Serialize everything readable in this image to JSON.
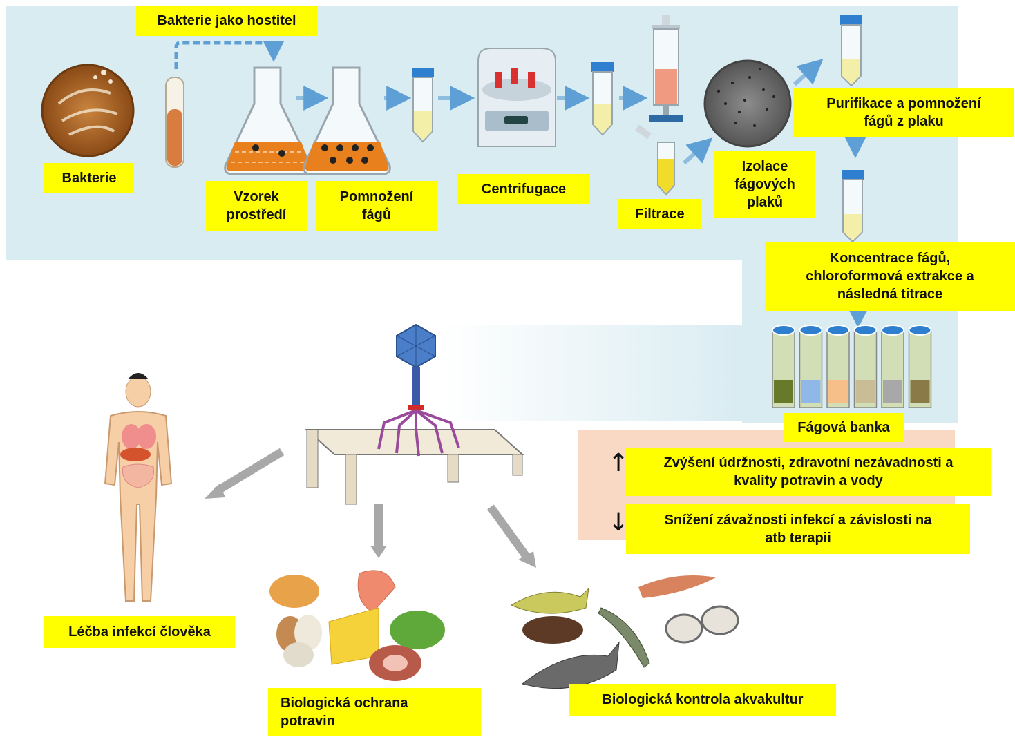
{
  "process": {
    "host_label": "Bakterie jako hostitel",
    "bacteria": "Bakterie",
    "sample": "Vzorek\nprostředí",
    "multiplication": "Pomnožení\nfágů",
    "centrifugation": "Centrifugace",
    "filtration": "Filtrace",
    "plaque_isolation": "Izolace\nfágových\nplaků",
    "purification": "Purifikace a pomnožení\nfágů z  plaku",
    "concentration": "Koncentrace fágů,\nchloroformová extrakce a\nnásledná titrace",
    "phage_bank": "Fágová banka"
  },
  "effects": {
    "increase_symbol": "↑",
    "increase": "Zvýšení údržnosti, zdravotní nezávadnosti a\nkvality potravin a vody",
    "decrease_symbol": "↓",
    "decrease": "Snížení závažnosti infekcí a závislosti na\natb terapii"
  },
  "applications": {
    "human": "Léčba infekcí člověka",
    "food": "Biologická ochrana\npotravin",
    "aquaculture": "Biologická kontrola akvakultur"
  },
  "colors": {
    "label_bg": "#ffff00",
    "panel_bg": "#d9ecf2",
    "arrow_blue": "#7fb3d9",
    "effect_panel": "#f9d9c4",
    "liquid_orange": "#e8801e",
    "tube_yellow": "#f4efa8",
    "cap_blue": "#2f7fd0"
  },
  "bank_swatches": [
    "#667a2a",
    "#8fb7e8",
    "#f6bf8a",
    "#c8bd95",
    "#a8a8a8",
    "#8a7a48"
  ]
}
